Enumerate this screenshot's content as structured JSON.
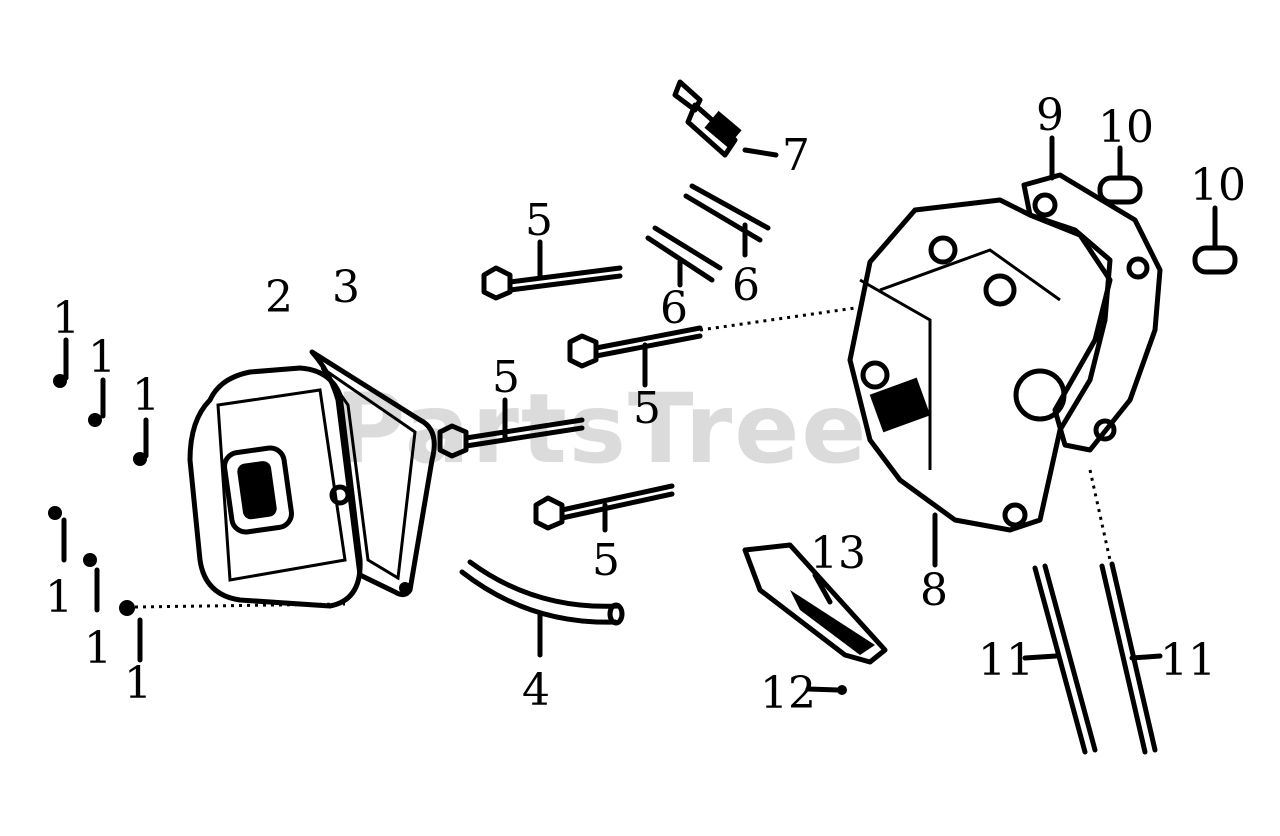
{
  "watermark": "PartsTree",
  "callouts": {
    "c1a": "1",
    "c1b": "1",
    "c1c": "1",
    "c1d": "1",
    "c1e": "1",
    "c1f": "1",
    "c2": "2",
    "c3": "3",
    "c4": "4",
    "c5a": "5",
    "c5b": "5",
    "c5c": "5",
    "c5d": "5",
    "c6a": "6",
    "c6b": "6",
    "c7": "7",
    "c8": "8",
    "c9": "9",
    "c10a": "10",
    "c10b": "10",
    "c11a": "11",
    "c11b": "11",
    "c12": "12",
    "c13": "13"
  }
}
